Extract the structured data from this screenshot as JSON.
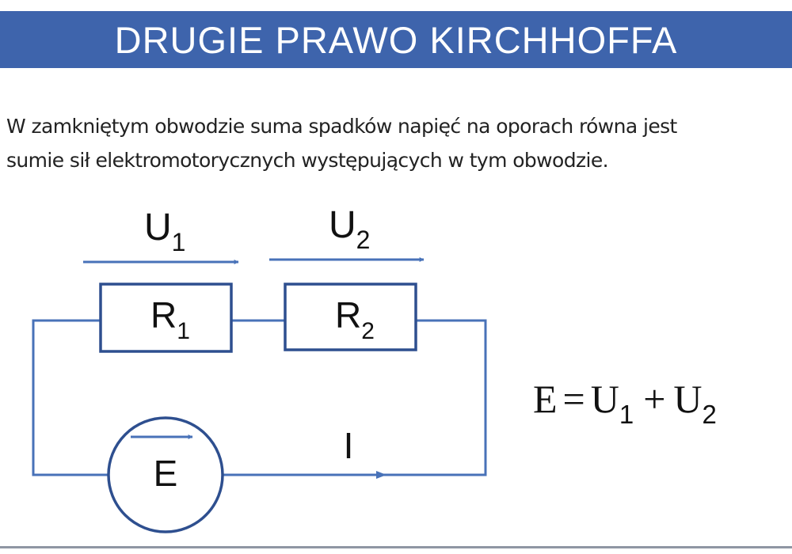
{
  "header": {
    "title": "DRUGIE PRAWO KIRCHHOFFA"
  },
  "description": {
    "lines": [
      "W zamkniętym obwodzie suma spadków napięć na oporach równa jest",
      "sumie sił elektromotorycznych występujących w tym obwodzie."
    ]
  },
  "circuit": {
    "voltage1": {
      "main": "U",
      "sub": "1"
    },
    "voltage2": {
      "main": "U",
      "sub": "2"
    },
    "resistor1": {
      "main": "R",
      "sub": "1"
    },
    "resistor2": {
      "main": "R",
      "sub": "2"
    },
    "source": "E",
    "current": "I"
  },
  "equation": {
    "lhs": "E",
    "eq": "=",
    "term1": {
      "main": "U",
      "sub": "1"
    },
    "plus": "+",
    "term2": {
      "main": "U",
      "sub": "2"
    }
  },
  "colors": {
    "header_bg": "#3e64ac",
    "wire": "#4872b8",
    "outline": "#2e4f8f"
  }
}
